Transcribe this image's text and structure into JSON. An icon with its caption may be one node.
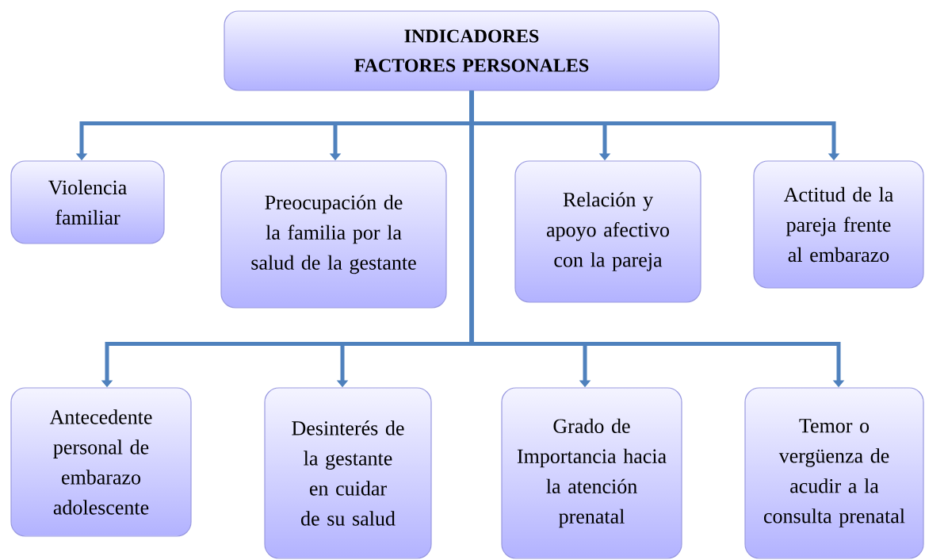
{
  "diagram": {
    "nodes": [
      {
        "text": [
          "INDICADORES FACTORES PERSONALES"
        ]
      },
      {
        "text": [
          "Violencia familiar"
        ]
      },
      {
        "text": [
          "Preocupación de la familia por la salud de la gestante"
        ]
      },
      {
        "text": [
          "Relación y apoyo afectivo con la pareja"
        ]
      },
      {
        "text": [
          "Actitud de la pareja frente al embarazo"
        ]
      },
      {
        "text": [
          "Antecedente personal de embarazo adolescente"
        ]
      },
      {
        "text": [
          "Desinterés de la gestante en cuidar de su salud"
        ]
      },
      {
        "text": [
          "Grado de Importancia hacia la atención prenatal"
        ]
      },
      {
        "text": [
          "Temor o vergüenza de acudir a la consulta prenatal"
        ]
      }
    ],
    "edges": [
      {
        "from": 0,
        "to": 1,
        "arrow": "to"
      },
      {
        "from": 0,
        "to": 2,
        "arrow": "to"
      },
      {
        "from": 0,
        "to": 3,
        "arrow": "to"
      },
      {
        "from": 0,
        "to": 4,
        "arrow": "to"
      },
      {
        "from": 0,
        "to": 5,
        "arrow": "to"
      },
      {
        "from": 0,
        "to": 6,
        "arrow": "to"
      },
      {
        "from": 0,
        "to": 7,
        "arrow": "to"
      },
      {
        "from": 0,
        "to": 8,
        "arrow": "to"
      }
    ]
  }
}
